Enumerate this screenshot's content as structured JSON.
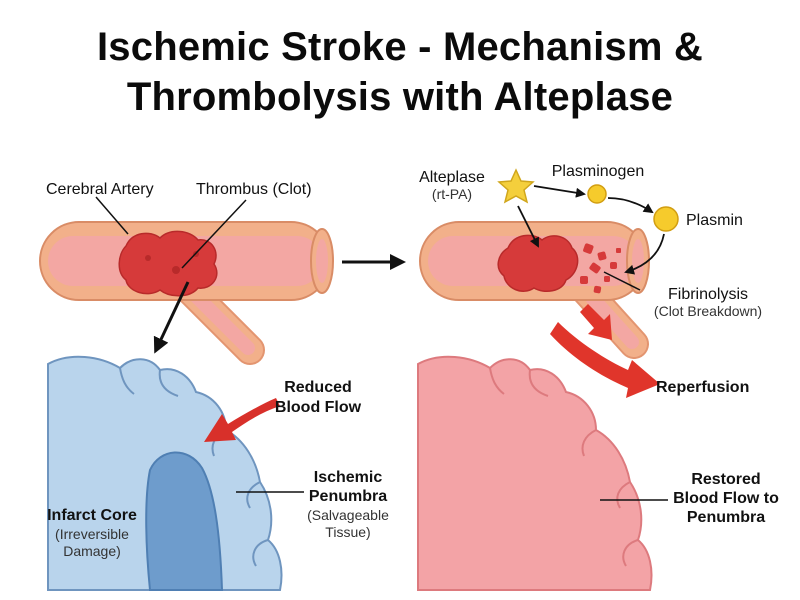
{
  "title": {
    "line1": "Ischemic Stroke - Mechanism &",
    "line2": "Thrombolysis with Alteplase"
  },
  "left_panel": {
    "artery_label": "Cerebral Artery",
    "thrombus_label": "Thrombus (Clot)",
    "reduced_flow_line1": "Reduced",
    "reduced_flow_line2": "Blood Flow",
    "infarct_core_line1": "Infarct Core",
    "infarct_core_line2": "(Irreversible",
    "infarct_core_line3": "Damage)",
    "penumbra_line1": "Ischemic",
    "penumbra_line2": "Penumbra",
    "penumbra_line3": "(Salvageable",
    "penumbra_line4": "Tissue)"
  },
  "right_panel": {
    "alteplase_line1": "Alteplase",
    "alteplase_line2": "(rt-PA)",
    "plasminogen_label": "Plasminogen",
    "plasmin_label": "Plasmin",
    "fibrinolysis_line1": "Fibrinolysis",
    "fibrinolysis_line2": "(Clot Breakdown)",
    "reperfusion_label": "Reperfusion",
    "restored_line1": "Restored",
    "restored_line2": "Blood Flow to",
    "restored_line3": "Penumbra"
  },
  "colors": {
    "artery_wall": "#f2b08a",
    "artery_lumen": "#f3a7a3",
    "clot": "#d63a3a",
    "ischemic_brain": "#b9d4ec",
    "infarct_core": "#6e9ccc",
    "reperfused_brain": "#f3a3a6",
    "reperfusion_arrow": "#e0352b",
    "alteplase_star": "#f4cf3c",
    "plasmin_ball": "#f6cb2c"
  }
}
